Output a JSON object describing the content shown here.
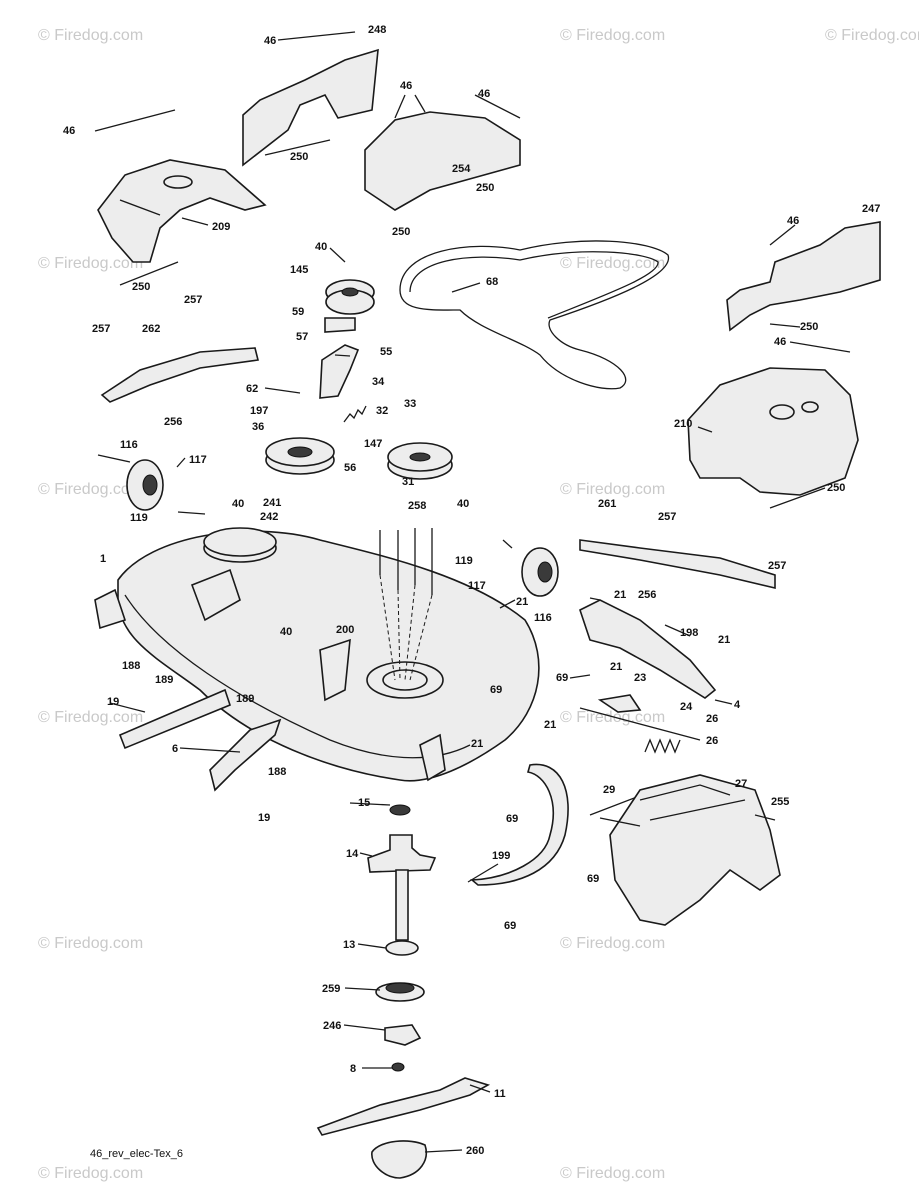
{
  "footer_code": "46_rev_elec-Tex_6",
  "watermark_text": "© Firedog.com",
  "callouts": [
    {
      "id": "c-46a",
      "label": "46"
    },
    {
      "id": "c-248",
      "label": "248"
    },
    {
      "id": "c-46b",
      "label": "46"
    },
    {
      "id": "c-46c",
      "label": "46"
    },
    {
      "id": "c-46d",
      "label": "46"
    },
    {
      "id": "c-250a",
      "label": "250"
    },
    {
      "id": "c-254",
      "label": "254"
    },
    {
      "id": "c-250b",
      "label": "250"
    },
    {
      "id": "c-250c",
      "label": "250"
    },
    {
      "id": "c-209",
      "label": "209"
    },
    {
      "id": "c-250d",
      "label": "250"
    },
    {
      "id": "c-46e",
      "label": "46"
    },
    {
      "id": "c-247",
      "label": "247"
    },
    {
      "id": "c-250e",
      "label": "250"
    },
    {
      "id": "c-46f",
      "label": "46"
    },
    {
      "id": "c-210",
      "label": "210"
    },
    {
      "id": "c-250f",
      "label": "250"
    },
    {
      "id": "c-40a",
      "label": "40"
    },
    {
      "id": "c-145",
      "label": "145"
    },
    {
      "id": "c-68",
      "label": "68"
    },
    {
      "id": "c-59",
      "label": "59"
    },
    {
      "id": "c-57",
      "label": "57"
    },
    {
      "id": "c-55",
      "label": "55"
    },
    {
      "id": "c-34",
      "label": "34"
    },
    {
      "id": "c-62",
      "label": "62"
    },
    {
      "id": "c-197",
      "label": "197"
    },
    {
      "id": "c-36",
      "label": "36"
    },
    {
      "id": "c-56",
      "label": "56"
    },
    {
      "id": "c-147",
      "label": "147"
    },
    {
      "id": "c-32",
      "label": "32"
    },
    {
      "id": "c-33",
      "label": "33"
    },
    {
      "id": "c-31",
      "label": "31"
    },
    {
      "id": "c-257a",
      "label": "257"
    },
    {
      "id": "c-262",
      "label": "262"
    },
    {
      "id": "c-257b",
      "label": "257"
    },
    {
      "id": "c-256a",
      "label": "256"
    },
    {
      "id": "c-116a",
      "label": "116"
    },
    {
      "id": "c-117a",
      "label": "117"
    },
    {
      "id": "c-119a",
      "label": "119"
    },
    {
      "id": "c-40b",
      "label": "40"
    },
    {
      "id": "c-241",
      "label": "241"
    },
    {
      "id": "c-242",
      "label": "242"
    },
    {
      "id": "c-258",
      "label": "258"
    },
    {
      "id": "c-40c",
      "label": "40"
    },
    {
      "id": "c-119b",
      "label": "119"
    },
    {
      "id": "c-117b",
      "label": "117"
    },
    {
      "id": "c-116b",
      "label": "116"
    },
    {
      "id": "c-21a",
      "label": "21"
    },
    {
      "id": "c-261",
      "label": "261"
    },
    {
      "id": "c-257c",
      "label": "257"
    },
    {
      "id": "c-257d",
      "label": "257"
    },
    {
      "id": "c-256b",
      "label": "256"
    },
    {
      "id": "c-21b",
      "label": "21"
    },
    {
      "id": "c-1",
      "label": "1"
    },
    {
      "id": "c-188a",
      "label": "188"
    },
    {
      "id": "c-189a",
      "label": "189"
    },
    {
      "id": "c-40d",
      "label": "40"
    },
    {
      "id": "c-200",
      "label": "200"
    },
    {
      "id": "c-189b",
      "label": "189"
    },
    {
      "id": "c-198",
      "label": "198"
    },
    {
      "id": "c-21c",
      "label": "21"
    },
    {
      "id": "c-69a",
      "label": "69"
    },
    {
      "id": "c-21d",
      "label": "21"
    },
    {
      "id": "c-23",
      "label": "23"
    },
    {
      "id": "c-69b",
      "label": "69"
    },
    {
      "id": "c-4",
      "label": "4"
    },
    {
      "id": "c-19a",
      "label": "19"
    },
    {
      "id": "c-6",
      "label": "6"
    },
    {
      "id": "c-21e",
      "label": "21"
    },
    {
      "id": "c-21f",
      "label": "21"
    },
    {
      "id": "c-24",
      "label": "24"
    },
    {
      "id": "c-26a",
      "label": "26"
    },
    {
      "id": "c-26b",
      "label": "26"
    },
    {
      "id": "c-188b",
      "label": "188"
    },
    {
      "id": "c-19b",
      "label": "19"
    },
    {
      "id": "c-27",
      "label": "27"
    },
    {
      "id": "c-15",
      "label": "15"
    },
    {
      "id": "c-29",
      "label": "29"
    },
    {
      "id": "c-69c",
      "label": "69"
    },
    {
      "id": "c-255",
      "label": "255"
    },
    {
      "id": "c-14",
      "label": "14"
    },
    {
      "id": "c-199",
      "label": "199"
    },
    {
      "id": "c-69d",
      "label": "69"
    },
    {
      "id": "c-69e",
      "label": "69"
    },
    {
      "id": "c-13",
      "label": "13"
    },
    {
      "id": "c-259",
      "label": "259"
    },
    {
      "id": "c-246",
      "label": "246"
    },
    {
      "id": "c-8",
      "label": "8"
    },
    {
      "id": "c-11",
      "label": "11"
    },
    {
      "id": "c-260",
      "label": "260"
    }
  ]
}
